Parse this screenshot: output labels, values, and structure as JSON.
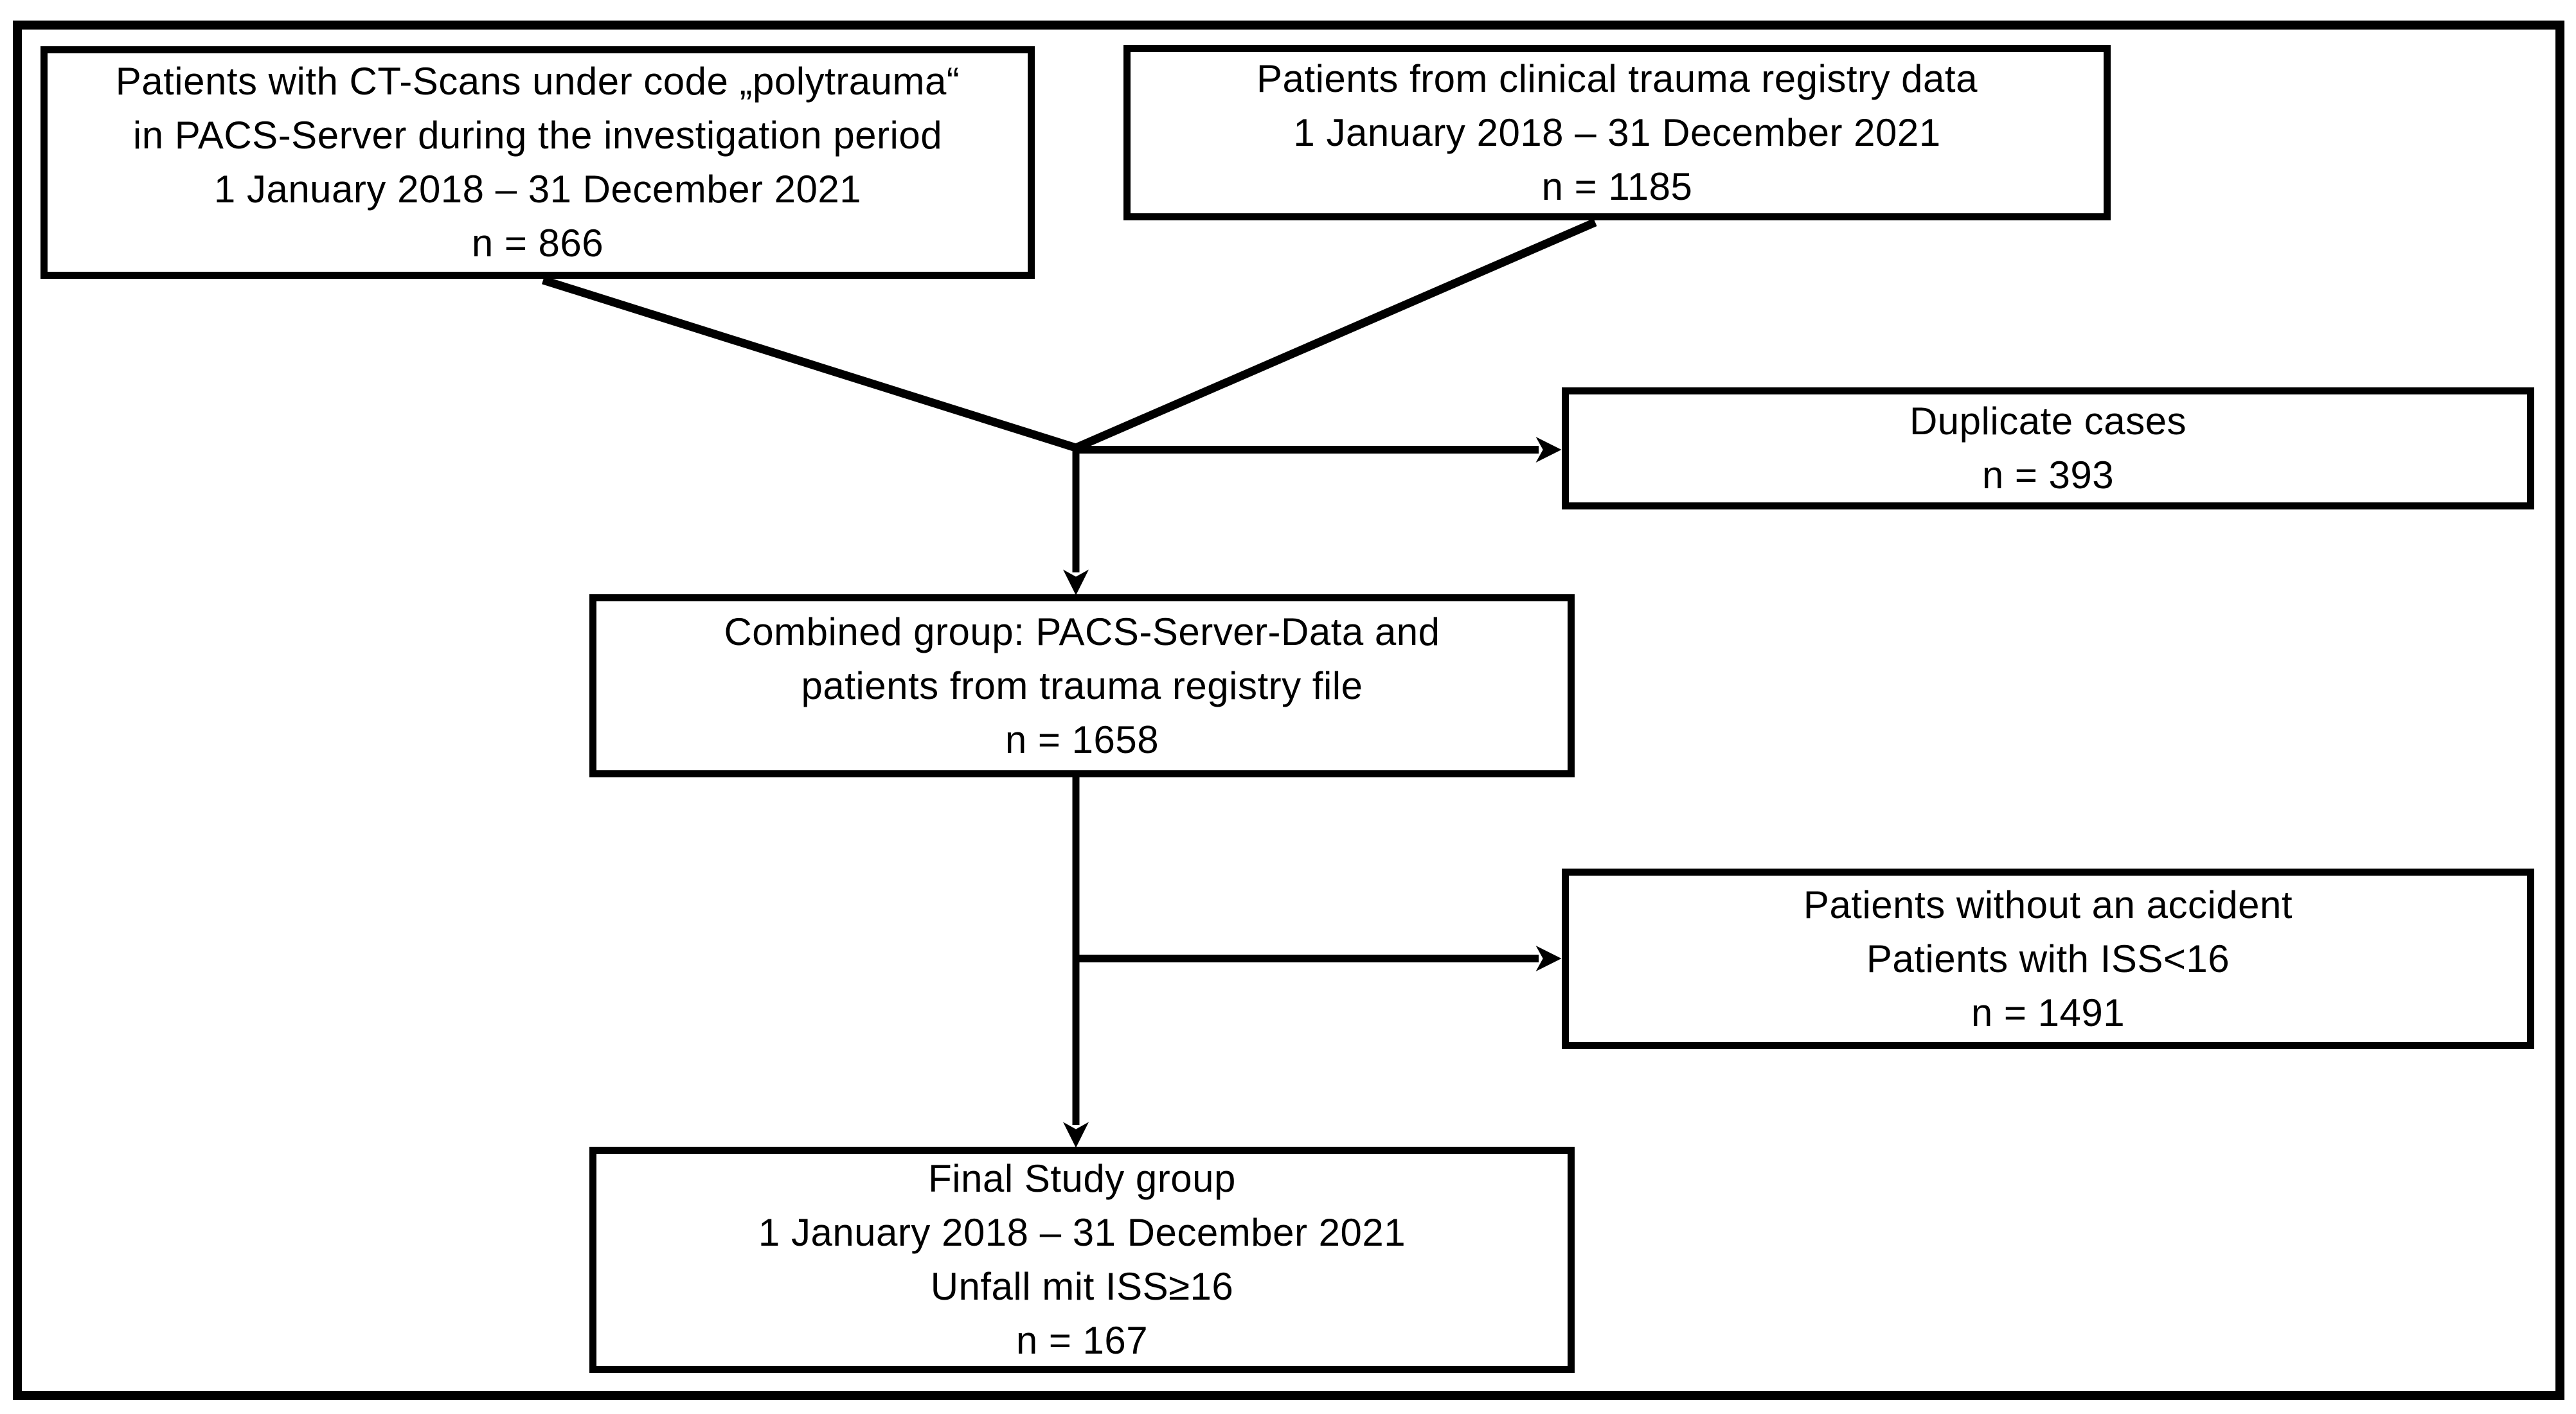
{
  "figure": {
    "type": "flow-diagram",
    "background_color": "#ffffff",
    "line_color": "#000000"
  },
  "boxes": {
    "pacs": {
      "lines": [
        "Patients with CT-Scans under code „polytrauma“",
        "in PACS-Server during the investigation period",
        "1 January 2018 – 31 December 2021",
        "n = 866"
      ]
    },
    "registry": {
      "lines": [
        "Patients from clinical trauma registry data",
        "1 January 2018 – 31 December 2021",
        "n = 1185"
      ]
    },
    "duplicates": {
      "lines": [
        "Duplicate cases",
        "n = 393"
      ]
    },
    "combined": {
      "lines": [
        "Combined group: PACS-Server-Data and",
        "patients from trauma registry file",
        "n = 1658"
      ]
    },
    "excluded": {
      "lines": [
        "Patients without an accident",
        "Patients with ISS<16",
        "n = 1491"
      ]
    },
    "final": {
      "lines": [
        "Final Study group",
        "1 January 2018 – 31 December 2021",
        "Unfall mit ISS≥16",
        "n = 167"
      ]
    }
  },
  "edges": [
    {
      "from": "pacs",
      "to": "combined"
    },
    {
      "from": "registry",
      "to": "combined"
    },
    {
      "from": "pacs+registry junction",
      "to": "duplicates"
    },
    {
      "from": "combined",
      "to": "excluded"
    },
    {
      "from": "combined",
      "to": "final"
    }
  ]
}
